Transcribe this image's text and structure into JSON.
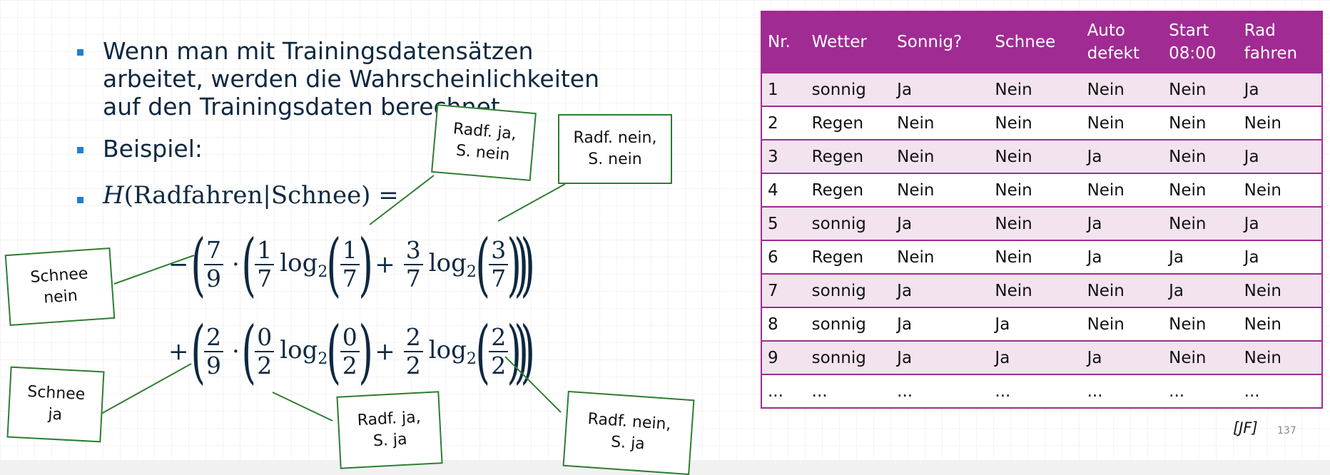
{
  "bullets": [
    "Wenn man mit Trainingsdatensätzen arbeitet, werden die Wahrscheinlichkeiten auf den Trainingsdaten berechnet.",
    "Beispiel:"
  ],
  "formula": {
    "lhs_var": "H",
    "lhs_args": "(Radfahren|Schnee) =",
    "minus": "−",
    "plus": "+",
    "dot": "·",
    "log": "log",
    "log_base": "2",
    "term1": {
      "weight": {
        "num": "7",
        "den": "9"
      },
      "p1": {
        "num": "1",
        "den": "7"
      },
      "p2": {
        "num": "3",
        "den": "7"
      }
    },
    "term2": {
      "weight": {
        "num": "2",
        "den": "9"
      },
      "p1": {
        "num": "0",
        "den": "2"
      },
      "p2": {
        "num": "2",
        "den": "2"
      }
    }
  },
  "callouts": {
    "schnee_nein": "Schnee\nnein",
    "schnee_ja": "Schnee\nja",
    "radf_ja_s_nein": "Radf. ja,\nS. nein",
    "radf_nein_s_nein": "Radf. nein,\nS. nein",
    "radf_ja_s_ja": "Radf. ja,\nS. ja",
    "radf_nein_s_ja": "Radf. nein,\nS. ja"
  },
  "table": {
    "headers": [
      "Nr.",
      "Wetter",
      "Sonnig?",
      "Schnee",
      "Auto\ndefekt",
      "Start\n08:00",
      "Rad\nfahren"
    ],
    "rows": [
      [
        "1",
        "sonnig",
        "Ja",
        "Nein",
        "Nein",
        "Nein",
        "Ja"
      ],
      [
        "2",
        "Regen",
        "Nein",
        "Nein",
        "Nein",
        "Nein",
        "Nein"
      ],
      [
        "3",
        "Regen",
        "Nein",
        "Nein",
        "Ja",
        "Nein",
        "Ja"
      ],
      [
        "4",
        "Regen",
        "Nein",
        "Nein",
        "Nein",
        "Nein",
        "Nein"
      ],
      [
        "5",
        "sonnig",
        "Ja",
        "Nein",
        "Ja",
        "Nein",
        "Ja"
      ],
      [
        "6",
        "Regen",
        "Nein",
        "Nein",
        "Ja",
        "Ja",
        "Ja"
      ],
      [
        "7",
        "sonnig",
        "Ja",
        "Nein",
        "Nein",
        "Ja",
        "Nein"
      ],
      [
        "8",
        "sonnig",
        "Ja",
        "Ja",
        "Nein",
        "Nein",
        "Nein"
      ],
      [
        "9",
        "sonnig",
        "Ja",
        "Ja",
        "Ja",
        "Nein",
        "Nein"
      ],
      [
        "...",
        "...",
        "...",
        "...",
        "...",
        "...",
        "..."
      ]
    ]
  },
  "citation": "[JF]",
  "page_number": "137",
  "colors": {
    "table_header": "#a02b93",
    "table_stripe": "#f2e3ef",
    "callout_border": "#2e7d32",
    "text_dark": "#0e2841",
    "bullet": "#1e7fd0"
  }
}
